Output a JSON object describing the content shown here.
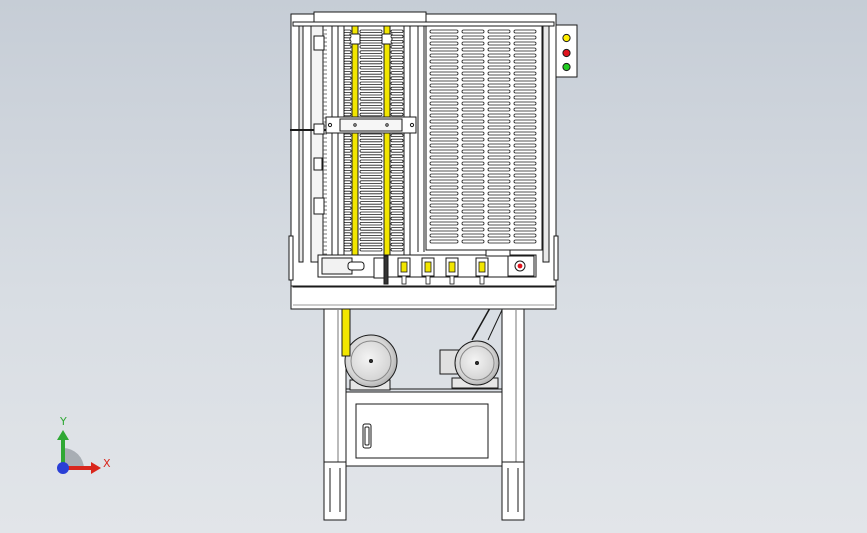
{
  "viewport": {
    "view_orientation": "front",
    "background_top": "#c6cdd6",
    "background_bottom": "#e2e5e9"
  },
  "triad": {
    "x_label": "X",
    "y_label": "Y",
    "x_color": "#d9261c",
    "y_color": "#2fa834",
    "z_color": "#2a3fd6"
  },
  "indicator_lights": {
    "colors": [
      "#ffee00",
      "#e0141e",
      "#22cc22"
    ]
  },
  "model": {
    "rail_color": "#f2e600",
    "line_color": "#1a1a1a",
    "body_color": "#ffffff",
    "shade_color": "#dcdcdc"
  }
}
